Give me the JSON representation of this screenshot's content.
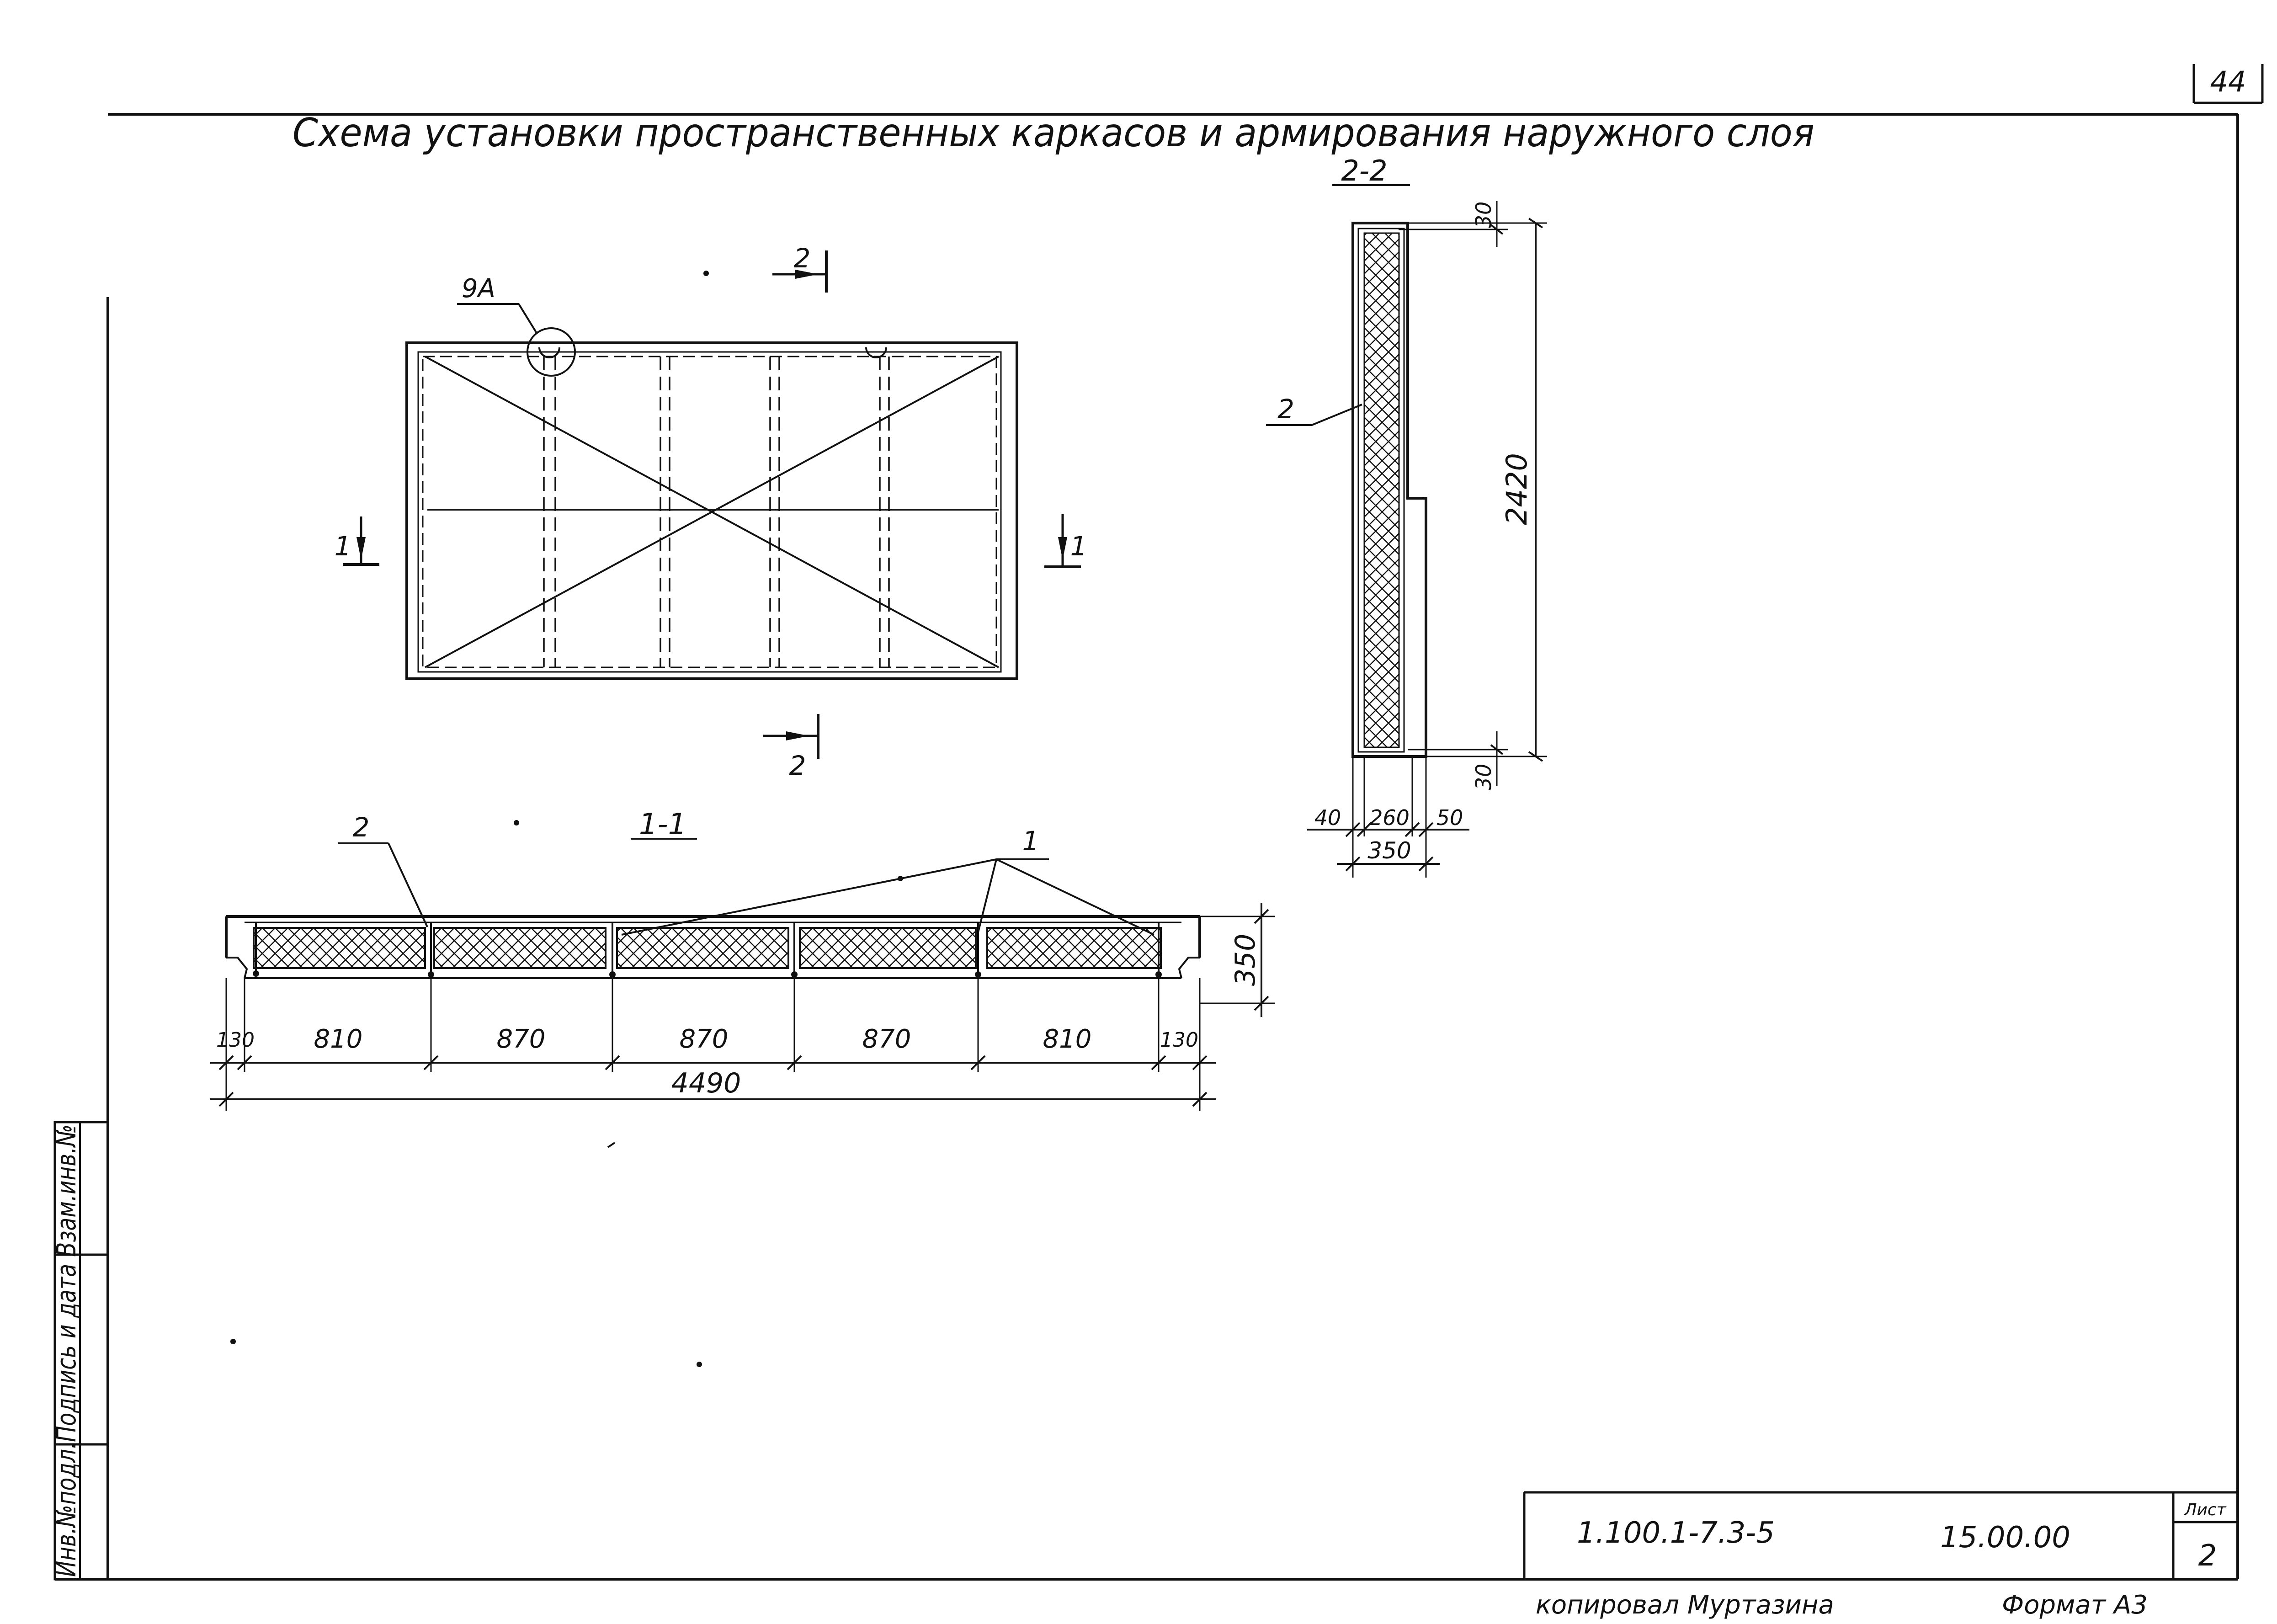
{
  "sheet": {
    "page_number": "44",
    "title": "Схема установки пространственных каркасов и армирования наружного слоя"
  },
  "plan": {
    "callout_label": "9А",
    "cut_2_label": "2",
    "cut_1_label": "1"
  },
  "section_1_1": {
    "title": "1-1",
    "leader_2_label": "2",
    "leader_1_label": "1",
    "height_dim": "350",
    "segment_dims": [
      "130",
      "810",
      "870",
      "870",
      "870",
      "810",
      "130"
    ],
    "overall_dim": "4490"
  },
  "section_2_2": {
    "title": "2-2",
    "leader_label": "2",
    "top_dim": "30",
    "height_dim": "2420",
    "bottom_dim": "30",
    "bottom_dims": [
      "40",
      "260",
      "50"
    ],
    "width_dim": "350"
  },
  "side_stamp": {
    "text": "Инв.№подл.Подпись и дата Взам.инв.№"
  },
  "title_block": {
    "designation": "1.100.1-7.3-5",
    "code": "15.00.00",
    "sheet_label": "Лист",
    "sheet_no": "2"
  },
  "footer": {
    "copied_by": "копировал Муртазина",
    "format": "Формат А3"
  }
}
